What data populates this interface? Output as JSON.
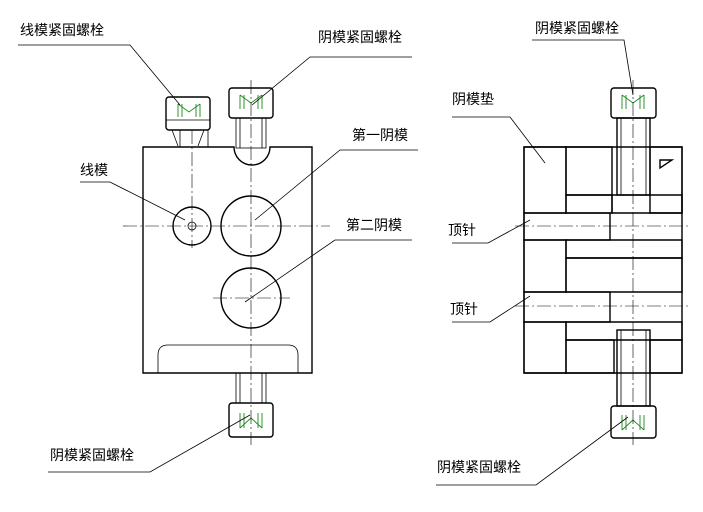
{
  "labels": {
    "wire_die_bolt": "线模紧固螺栓",
    "female_die_bolt_top_left": "阴模紧固螺栓",
    "female_die_bolt_top_right": "阴模紧固螺栓",
    "first_female_die": "第一阴模",
    "wire_die": "线模",
    "second_female_die": "第二阴模",
    "female_die_pad": "阴模垫",
    "ejector_pin_upper": "顶针",
    "ejector_pin_lower": "顶针",
    "female_die_bolt_bottom_left": "阴模紧固螺栓",
    "female_die_bolt_bottom_right": "阴模紧固螺栓"
  },
  "colors": {
    "line": "#000000",
    "thread": "#1a8a1a",
    "background": "#ffffff"
  }
}
